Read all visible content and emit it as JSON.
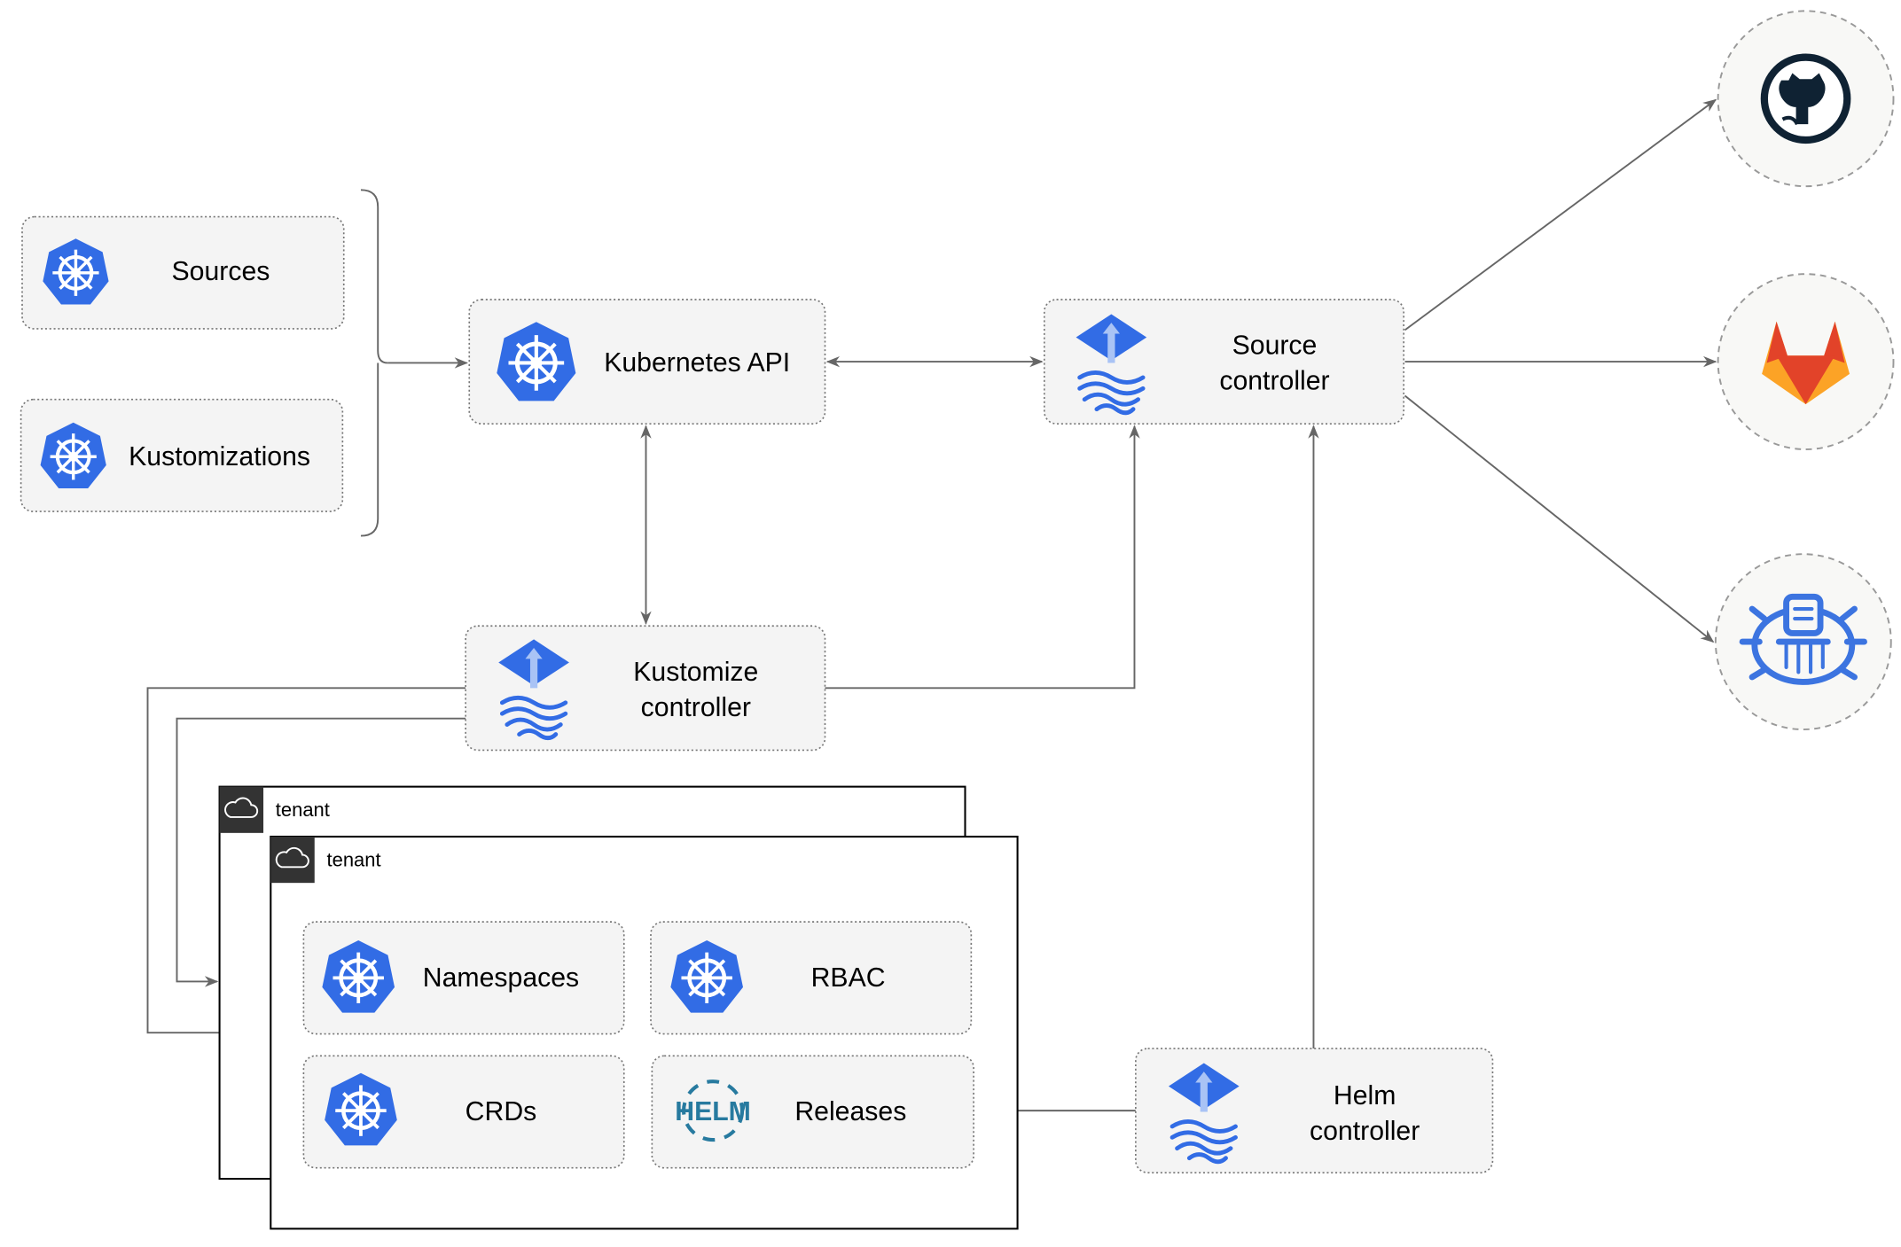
{
  "nodes": {
    "sources": "Sources",
    "kustomizations": "Kustomizations",
    "kubernetes_api": "Kubernetes API",
    "source_controller": [
      "Source",
      "controller"
    ],
    "kustomize_controller": [
      "Kustomize",
      "controller"
    ],
    "helm_controller": [
      "Helm",
      "controller"
    ],
    "namespaces": "Namespaces",
    "rbac": "RBAC",
    "crds": "CRDs",
    "releases": "Releases",
    "helm_logo": "HELM"
  },
  "tenants": [
    "tenant",
    "tenant"
  ],
  "external": [
    "github-icon",
    "gitlab-icon",
    "harbor-oci-registry-icon"
  ],
  "colors": {
    "kubernetes_blue": "#326ce5",
    "flux_blue": "#326ce5",
    "helm_blue": "#277a9f",
    "gitlab_orange": "#e24329",
    "github_dark": "#0f2233",
    "edge": "#666666"
  }
}
